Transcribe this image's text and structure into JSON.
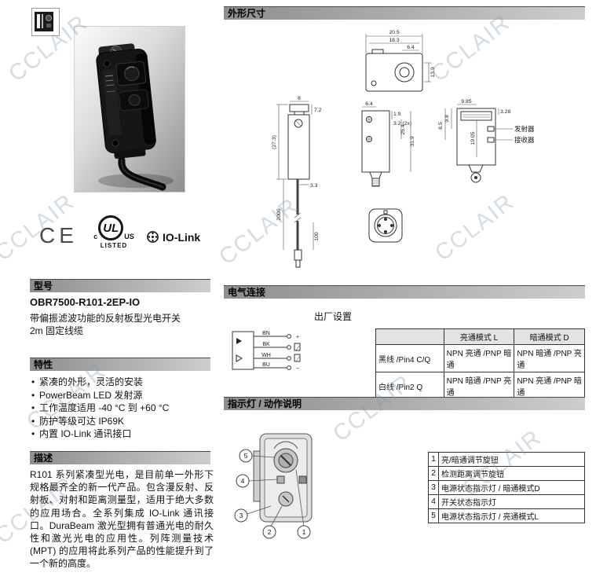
{
  "watermark": "CCLAIR",
  "left": {
    "model_header": "型号",
    "model_name": "OBR7500-R101-2EP-IO",
    "model_desc_line1": "带偏振滤波功能的反射板型光电开关",
    "model_desc_line2": "2m 固定线缆",
    "features_header": "特性",
    "features": [
      "紧凑的外形，灵活的安装",
      "PowerBeam LED 发射源",
      "工作温度适用 -40 °C 到 +60 °C",
      "防护等级可达 IP69K",
      "内置 IO-Link 通讯接口"
    ],
    "description_header": "描述",
    "description": "R101 系列紧凑型光电，是目前单一外形下规格最齐全的新一代产品。包含漫反射、反射板、对射和距离测量型，适用于绝大多数的应用场合。全系列集成 IO-Link 通讯接口。DuraBeam 激光型拥有普通光电的耐久性和激光光电的应用性。列阵测量技术 (MPT) 的应用将此系列产品的性能提升到了一个新的高度。",
    "certs": {
      "ce": "CE",
      "ul": "UL",
      "ul_c": "c",
      "ul_us": "US",
      "ul_listed": "LISTED",
      "iolink": "IO-Link"
    }
  },
  "dimensions": {
    "header": "外形尺寸",
    "emitter": "发射器",
    "receiver": "接收器",
    "dims": {
      "d205": "20.5",
      "d183": "18.3",
      "d64a": "6.4",
      "d139": "13.9",
      "d8": "8",
      "d72": "7.2",
      "d273": "(27.3)",
      "d33": "3.3",
      "d2000": "2000",
      "d100": "100",
      "d64b": "6.4",
      "d32": "3.2 (2x)",
      "d19": "1.9",
      "d254": "25.4",
      "d319": "31.9",
      "d985": "9.85",
      "d328": "3.28",
      "d98": "9.8",
      "d85": "8.5",
      "d1905": "19.05"
    }
  },
  "electrical": {
    "header": "电气连接",
    "factory_label": "出厂设置",
    "wires": {
      "w1": "BN",
      "w2": "BK",
      "w3": "WH",
      "w4": "BU",
      "plus": "+",
      "minus": "−"
    },
    "table": {
      "col1": "亮通模式 L",
      "col2": "暗通模式 D",
      "rows": [
        [
          "黑线 /Pin4 C/Q",
          "NPN 亮通 /PNP 暗通",
          "NPN 暗通 /PNP 亮通"
        ],
        [
          "白线 /Pin2 Q",
          "NPN 暗通 /PNP 亮通",
          "NPN 亮通 /PNP 暗通"
        ]
      ]
    }
  },
  "indicators": {
    "header": "指示灯 / 动作说明",
    "callouts": [
      "1",
      "2",
      "3",
      "4",
      "5"
    ],
    "rows": [
      [
        "1",
        "亮/暗通调节旋钮"
      ],
      [
        "2",
        "检测距离调节旋钮"
      ],
      [
        "3",
        "电源状态指示灯 / 暗通模式D"
      ],
      [
        "4",
        "开关状态指示灯"
      ],
      [
        "5",
        "电源状态指示灯 / 亮通模式L"
      ]
    ]
  }
}
